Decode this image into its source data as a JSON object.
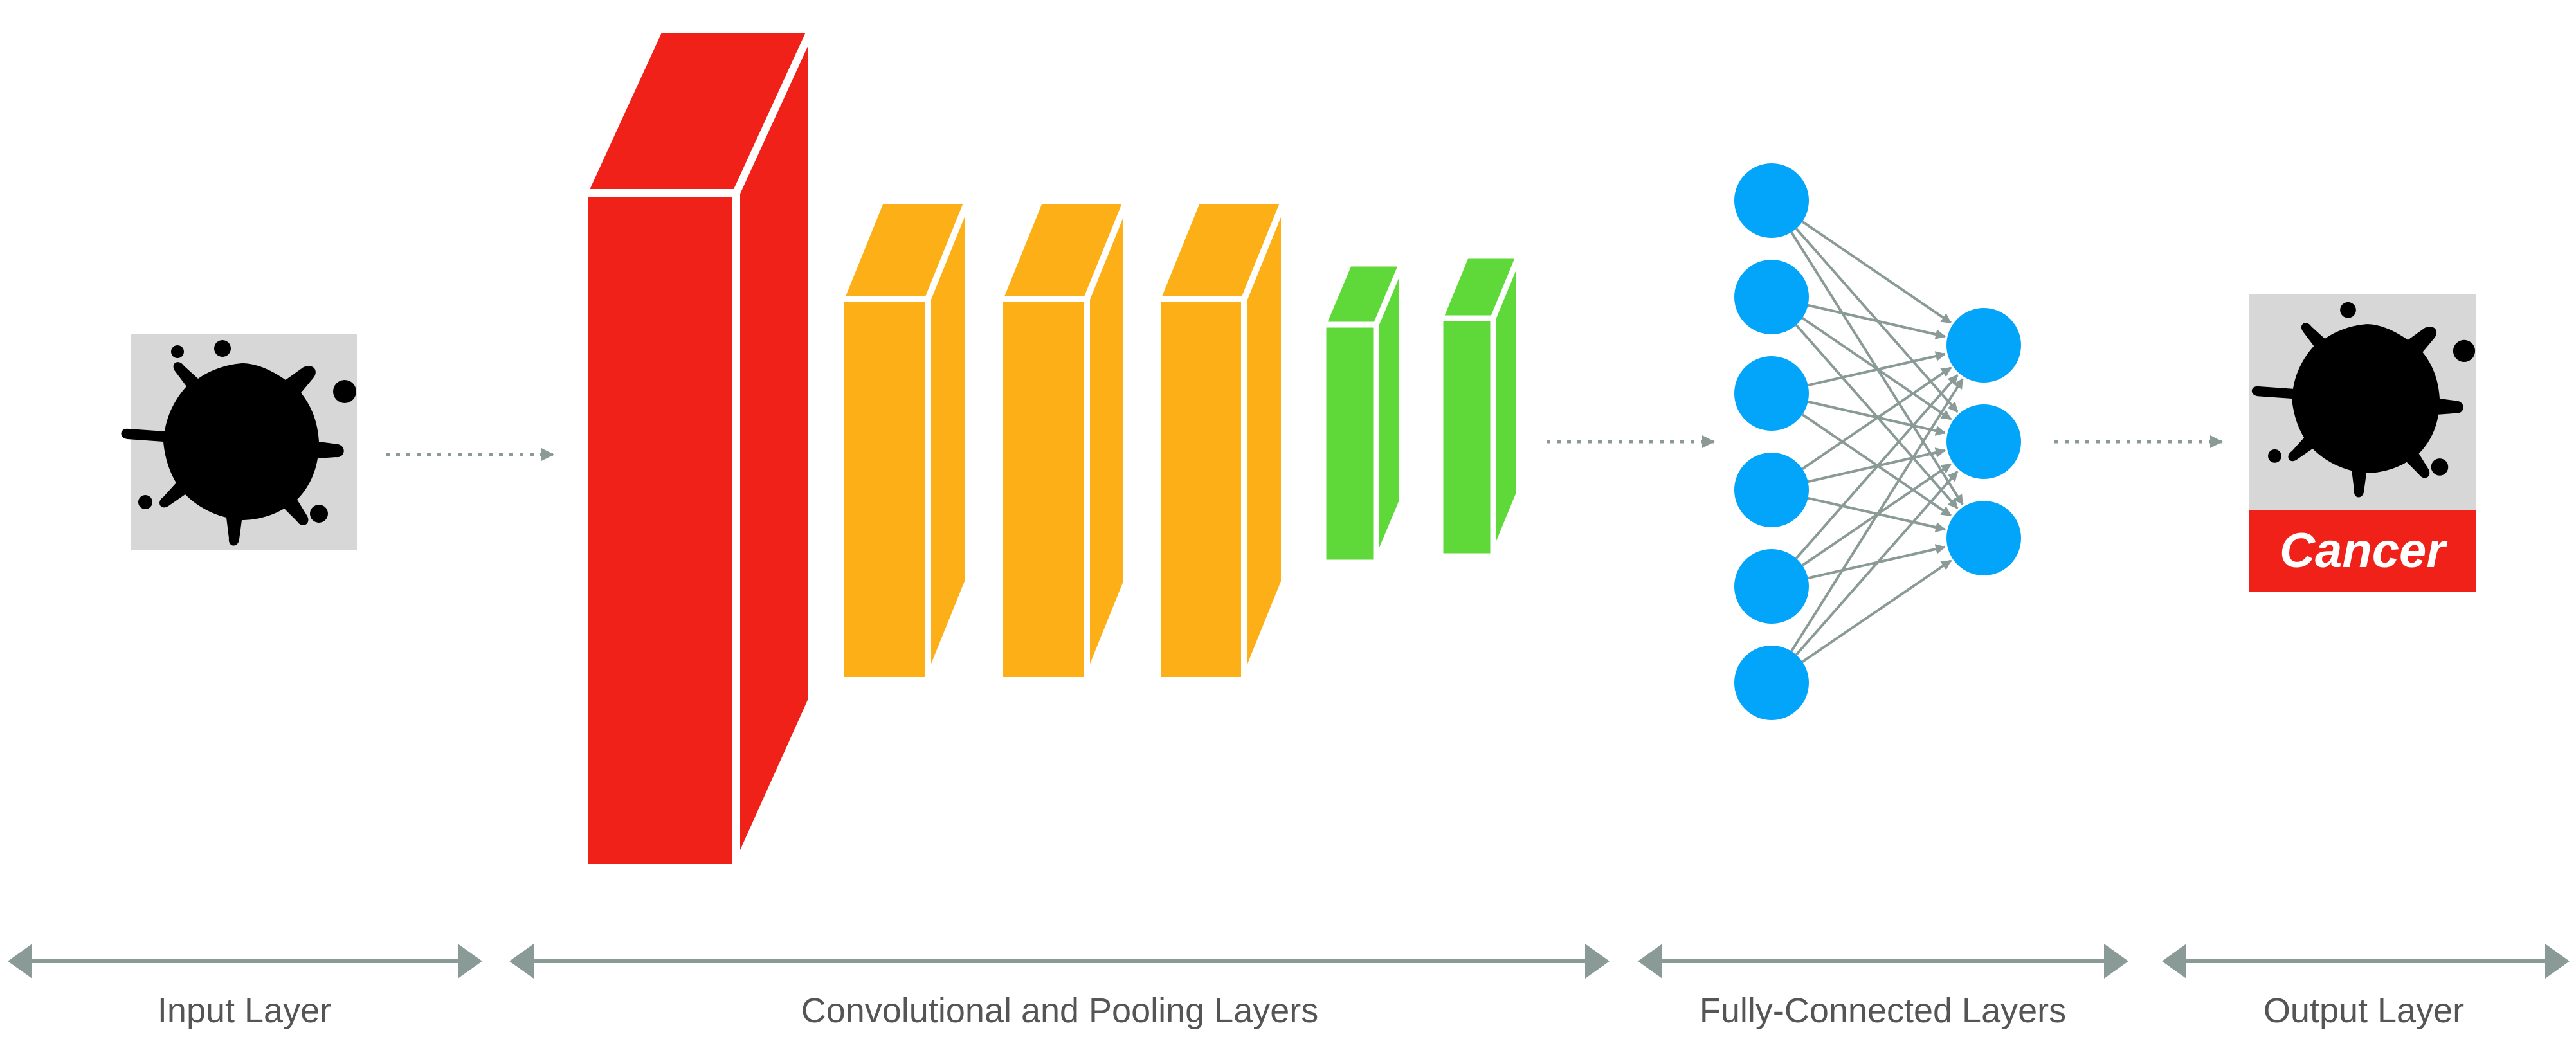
{
  "sections": {
    "input": "Input Layer",
    "conv": "Convolutional and Pooling Layers",
    "fc": "Fully-Connected Layers",
    "output": "Output Layer"
  },
  "output_prediction": "Cancer",
  "network": {
    "feature_maps": [
      {
        "kind": "convolution",
        "color": "#ef2119"
      },
      {
        "kind": "pooling",
        "color": "#fdaf17"
      },
      {
        "kind": "pooling",
        "color": "#fdaf17"
      },
      {
        "kind": "pooling",
        "color": "#fdaf17"
      },
      {
        "kind": "convolution",
        "color": "#5fd93a"
      },
      {
        "kind": "convolution",
        "color": "#5fd93a"
      }
    ],
    "fc_layers": [
      6,
      3
    ],
    "neuron_color": "#03a5fb"
  },
  "colors": {
    "image_background": "#d7d7d7",
    "connection": "#8a9a97",
    "arrow": "#8a9a97",
    "prediction_banner": "#ef2119"
  },
  "icons": [
    "input-image-icon",
    "output-image-icon"
  ]
}
